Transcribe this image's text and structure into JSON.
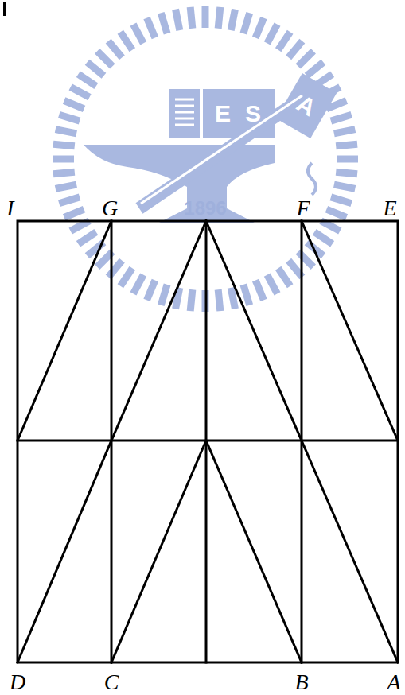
{
  "diagram": {
    "labels": [
      "I",
      "G",
      "F",
      "E",
      "D",
      "C",
      "B",
      "A",
      "E",
      "S",
      "A",
      "1896"
    ]
  }
}
